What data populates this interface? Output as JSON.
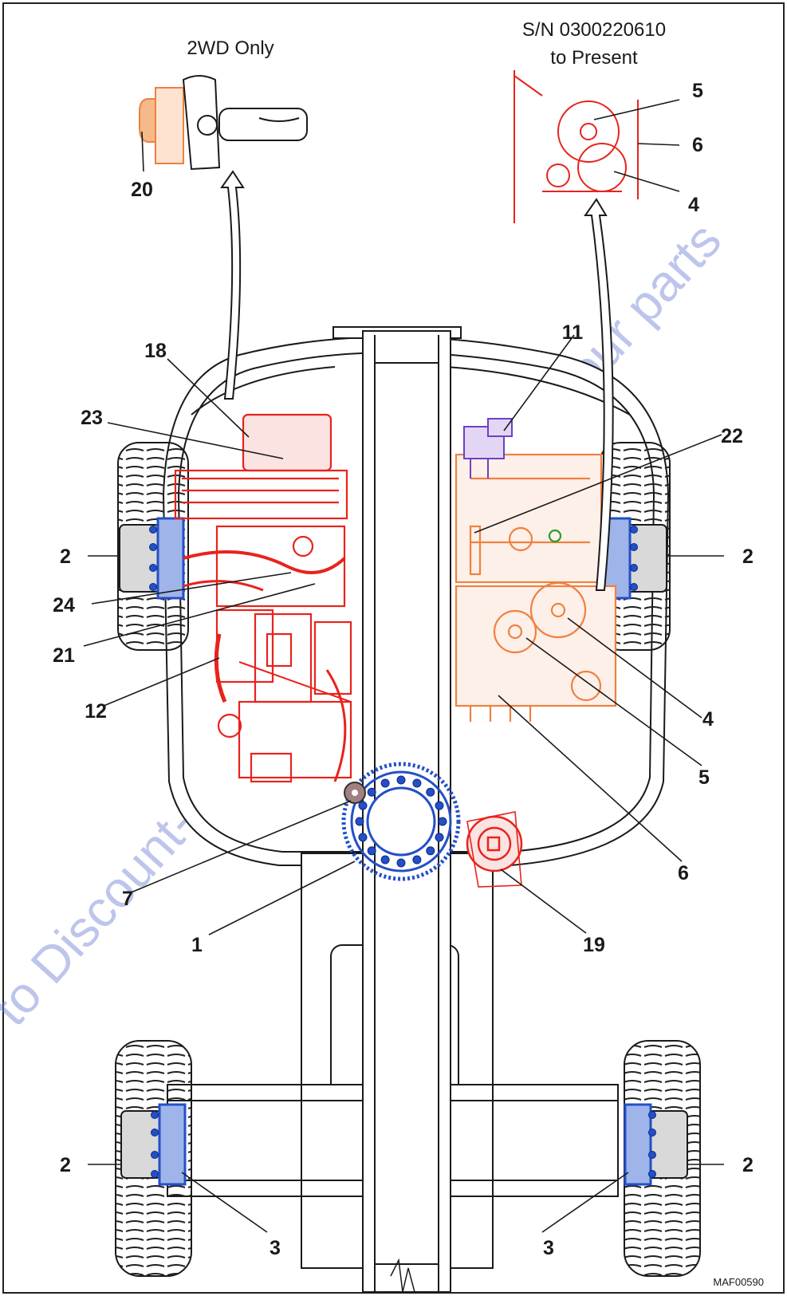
{
  "captions": {
    "two_wd": "2WD Only",
    "serial_line1": "S/N 0300220610",
    "serial_line2": "to Present"
  },
  "figure_id": "MAF00590",
  "watermark": "to Discount-Equipment.com to order your parts",
  "callouts": {
    "c20": "20",
    "c5_top": "5",
    "c6_top": "6",
    "c4_top": "4",
    "c18": "18",
    "c11": "11",
    "c23": "23",
    "c22": "22",
    "c2_left_mid": "2",
    "c2_right_mid": "2",
    "c24": "24",
    "c21": "21",
    "c12": "12",
    "c4_right": "4",
    "c5_right": "5",
    "c6_right": "6",
    "c7": "7",
    "c1": "1",
    "c19": "19",
    "c2_left_bot": "2",
    "c2_right_bot": "2",
    "c3_left": "3",
    "c3_right": "3"
  },
  "colors": {
    "engine": "#e8231c",
    "hydraulic": "#f08040",
    "bearing": "#2350c8",
    "purple": "#7040c0",
    "line": "#1a1a1a"
  }
}
